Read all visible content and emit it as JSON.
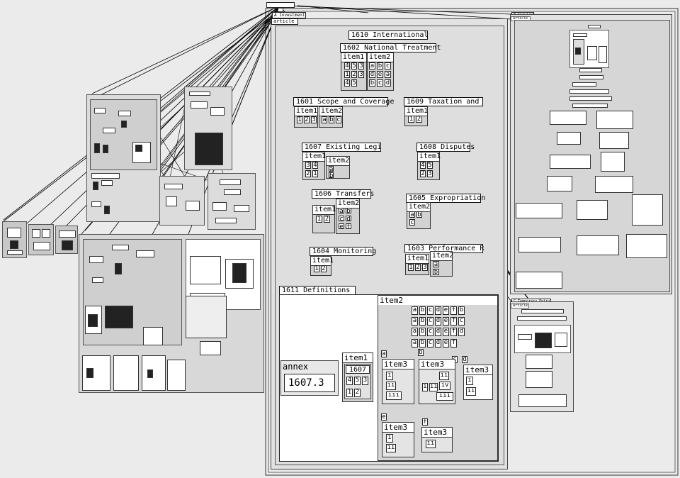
{
  "outer_title": "",
  "middle": {
    "header": "A Investment",
    "panel_label": "article",
    "nodes": {
      "n1610": "1610 International",
      "n1602": "1602 National Treatment",
      "n1601": "1601 Scope and Coverage",
      "n1609": "1609 Taxation and",
      "n1607": "1607 Existing Legi",
      "n1608": "1608 Disputes",
      "n1606": "1606 Transfers",
      "n1605": "1605 Expropriation",
      "n1604": "1604 Monitoring",
      "n1603": "1603 Performance R",
      "n1611": "1611 Definitions"
    },
    "item1": "item1",
    "item2": "item2",
    "item3": "item3",
    "annex": "annex",
    "annex_value": "1607.3",
    "ref_1607": "1607",
    "cells": {
      "c4": "4",
      "c5": "5",
      "c3": "3",
      "c1": "1",
      "c2": "2",
      "a": "a",
      "b": "b",
      "c": "c",
      "d": "d",
      "e": "e",
      "f": "f",
      "i": "i",
      "ii": "ii",
      "iii": "iii",
      "iv": "iv"
    }
  },
  "right": {
    "header": "B Services",
    "panel_label": "article",
    "header2": "C Temporary Entry",
    "panel_label2": "article"
  }
}
